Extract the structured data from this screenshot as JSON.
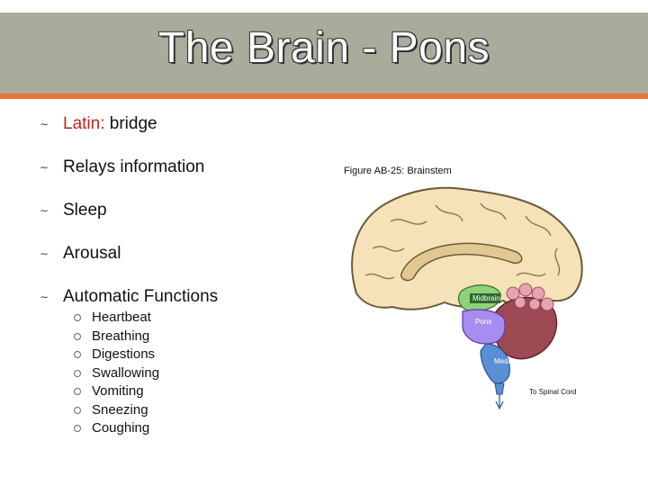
{
  "slide": {
    "title": "The Brain - Pons",
    "bullets": [
      {
        "term": "Latin:",
        "text": " bridge"
      },
      {
        "text": "Relays information"
      },
      {
        "text": "Sleep"
      },
      {
        "text": "Arousal"
      },
      {
        "text": "Automatic Functions"
      }
    ],
    "sub_bullets": [
      "Heartbeat",
      "Breathing",
      "Digestions",
      "Swallowing",
      "Vomiting",
      "Sneezing",
      "Coughing"
    ],
    "bullet_icon": "swirl-bullet-icon",
    "sub_bullet_icon": "ring-bullet-icon"
  },
  "figure": {
    "caption": "Figure AB-25: Brainstem",
    "labels": {
      "midbrain": "Midbrain",
      "pons": "Pons",
      "medulla": "Medulla",
      "cord": "To Spinal Cord"
    },
    "colors": {
      "cerebrum": "#f5e2b8",
      "midbrain": "#8fd27a",
      "pons": "#a98cf0",
      "medulla": "#5a8fd6",
      "cerebellum": "#9e4a55"
    }
  },
  "colors": {
    "title_bar": "#a7ac9b",
    "accent_bar": "#e8733b",
    "latin_term": "#c0241c"
  }
}
